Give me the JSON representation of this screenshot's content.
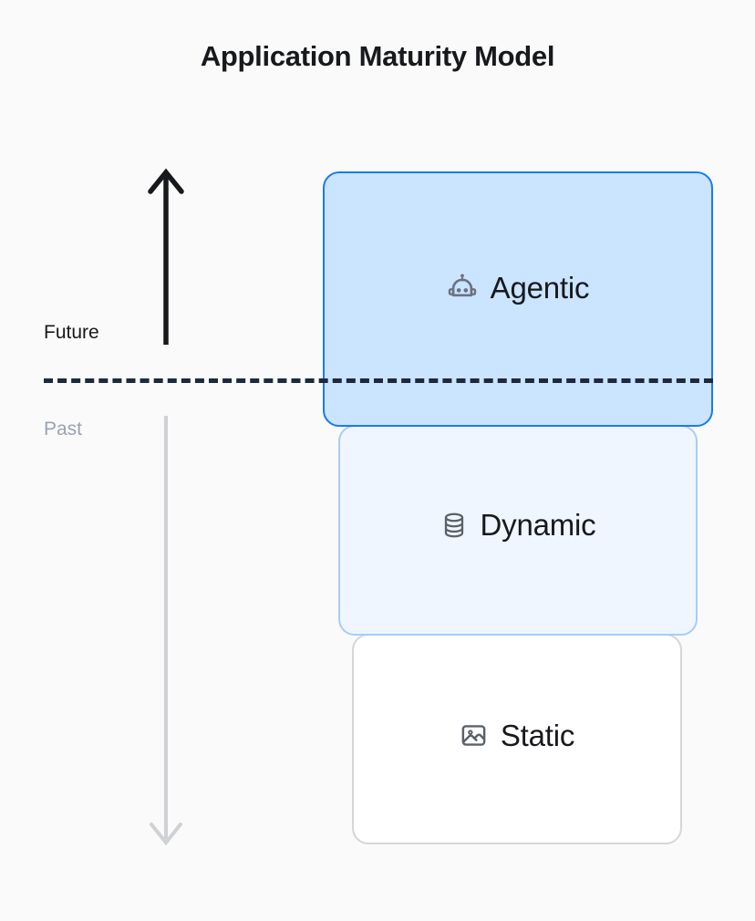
{
  "page": {
    "title": "Application Maturity Model",
    "background_color": "#fafafa"
  },
  "timeline": {
    "future_label": "Future",
    "past_label": "Past",
    "future_color": "#17191c",
    "past_color": "#9ca3af",
    "up_arrow_color": "#17191c",
    "down_arrow_color": "#cfd1d4",
    "divider_color": "#1e293b",
    "divider_style": "dashed"
  },
  "layers": [
    {
      "id": "agentic",
      "label": "Agentic",
      "icon": "robot-icon",
      "fill_color": "#cbe4ff",
      "border_color": "#1a7af0",
      "icon_color": "#6b7280",
      "era": "Future"
    },
    {
      "id": "dynamic",
      "label": "Dynamic",
      "icon": "database-icon",
      "fill_color": "#eff6ff",
      "border_color": "#a8cdf5",
      "icon_color": "#5b6169",
      "era": "Past"
    },
    {
      "id": "static",
      "label": "Static",
      "icon": "image-icon",
      "fill_color": "#ffffff",
      "border_color": "#d4d6da",
      "icon_color": "#5b6169",
      "era": "Past"
    }
  ]
}
